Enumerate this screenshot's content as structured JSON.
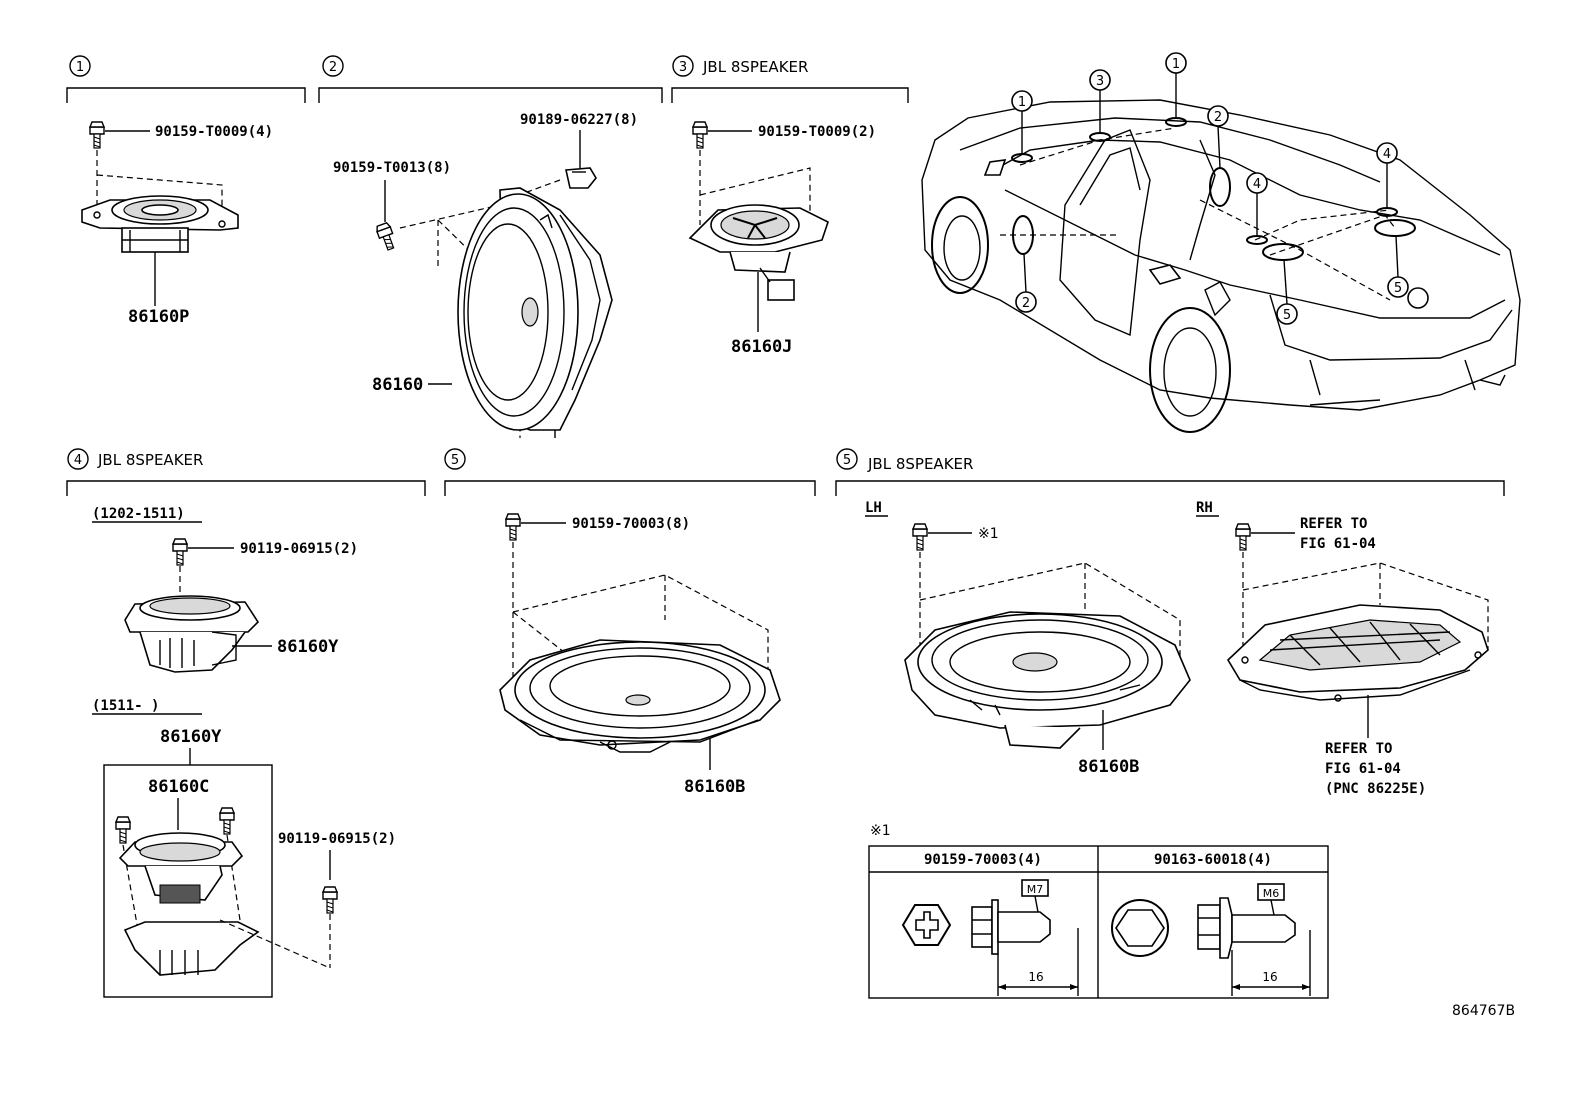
{
  "sections": [
    {
      "num": "1",
      "title": ""
    },
    {
      "num": "2",
      "title": ""
    },
    {
      "num": "3",
      "title": "JBL 8SPEAKER"
    },
    {
      "num": "4",
      "title": "JBL 8SPEAKER"
    },
    {
      "num": "5",
      "title": ""
    },
    {
      "num": "5",
      "title": "JBL 8SPEAKER"
    }
  ],
  "parts": {
    "p1_bolt": "90159-T0009(4)",
    "p1_speaker": "86160P",
    "p2_clip": "90189-06227(8)",
    "p2_screw": "90159-T0013(8)",
    "p2_speaker": "86160",
    "p3_bolt": "90159-T0009(2)",
    "p3_speaker": "86160J",
    "p4_range1": "(1202-1511)",
    "p4_bolt1": "90119-06915(2)",
    "p4_speaker1": "86160Y",
    "p4_range2": "(1511-      )",
    "p4_assembly": "86160Y",
    "p4_sub": "86160C",
    "p4_bolt2": "90119-06915(2)",
    "p5_bolt": "90159-70003(8)",
    "p5_speaker": "86160B",
    "p5j_lh": "LH",
    "p5j_rh": "RH",
    "p5j_lh_ref": "※1",
    "p5j_rh_ref1": "REFER TO",
    "p5j_rh_ref2": "FIG 61-04",
    "p5j_lh_speaker": "86160B",
    "p5j_rh_note1": "REFER TO",
    "p5j_rh_note2": "FIG 61-04",
    "p5j_rh_note3": "(PNC 86225E)"
  },
  "car_callouts": [
    "1",
    "3",
    "1",
    "2",
    "4",
    "4",
    "2",
    "5",
    "5"
  ],
  "fastener_table": {
    "marker": "※1",
    "columns": [
      {
        "part": "90159-70003(4)",
        "thread": "M7",
        "length": "16"
      },
      {
        "part": "90163-60018(4)",
        "thread": "M6",
        "length": "16"
      }
    ]
  },
  "diagram_code": "864767B"
}
